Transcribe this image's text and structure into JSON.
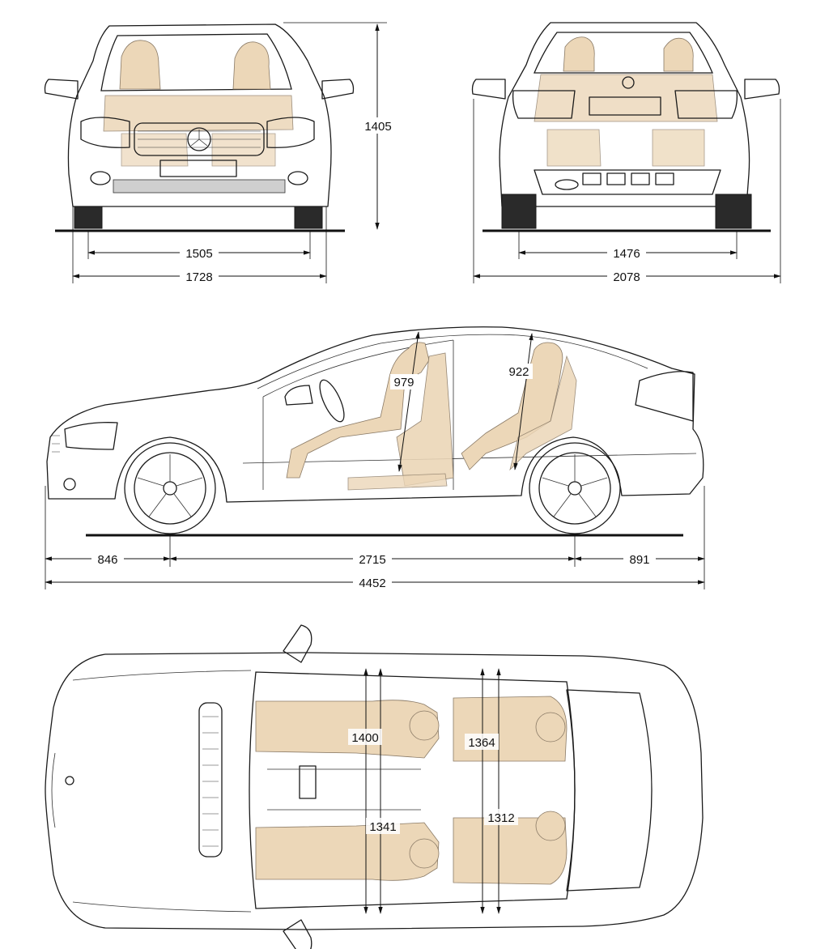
{
  "views": {
    "front": {
      "height": "1405",
      "track": "1505",
      "width": "1728"
    },
    "rear": {
      "track": "1476",
      "width_mirrors": "2078"
    },
    "side": {
      "front_overhang": "846",
      "wheelbase": "2715",
      "rear_overhang": "891",
      "length": "4452",
      "front_headroom": "979",
      "rear_headroom": "922"
    },
    "top": {
      "front_shoulder": "1400",
      "rear_shoulder": "1364",
      "front_elbow": "1341",
      "rear_elbow": "1312"
    }
  },
  "colors": {
    "line": "#1a1a1a",
    "occupant": "#ecd7b8"
  }
}
